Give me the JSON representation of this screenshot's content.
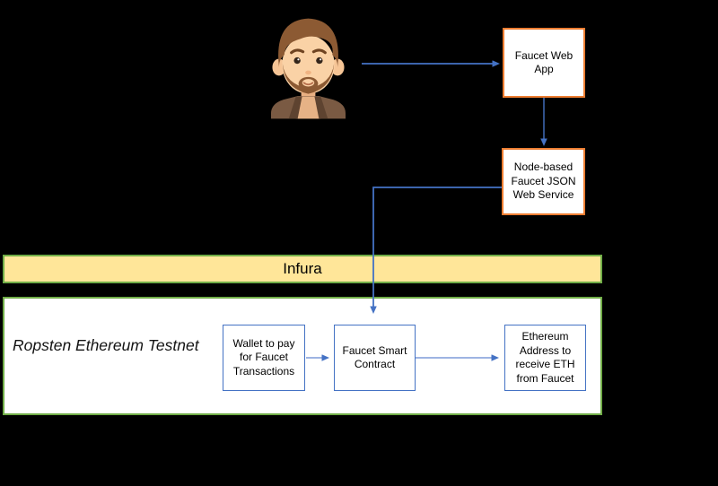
{
  "colors": {
    "background": "#000000",
    "box_fill": "#FFFFFF",
    "box_border_orange": "#ED7D31",
    "box_border_blue": "#4472C4",
    "connector_blue": "#4472C4",
    "connector_light_blue": "#7F9CD9",
    "infura_band_fill": "#FFE699",
    "green_border": "#70AD47",
    "text": "#000000"
  },
  "actor": {
    "icon": "person-avatar"
  },
  "boxes": {
    "faucet_web_app": {
      "label": "Faucet Web App",
      "lines": [
        "Faucet Web",
        "App"
      ]
    },
    "node_service": {
      "label": "Node-based Faucet JSON Web Service",
      "lines": [
        "Node-based",
        "Faucet JSON",
        "Web Service"
      ]
    },
    "wallet": {
      "label": "Wallet to pay for Faucet Transactions",
      "lines": [
        "Wallet to pay",
        "for Faucet",
        "Transactions"
      ]
    },
    "smart_contract": {
      "label": "Faucet Smart Contract",
      "lines": [
        "Faucet Smart",
        "Contract"
      ]
    },
    "eth_address": {
      "label": "Ethereum Address to receive ETH from Faucet",
      "lines": [
        "Ethereum",
        "Address to",
        "receive ETH",
        "from Faucet"
      ]
    }
  },
  "regions": {
    "infura": {
      "label": "Infura"
    },
    "ropsten": {
      "label": "Ropsten Ethereum Testnet",
      "lines": [
        "Ropsten Ethereum",
        "Testnet"
      ]
    }
  },
  "connections": [
    {
      "from": "user",
      "to": "faucet_web_app"
    },
    {
      "from": "faucet_web_app",
      "to": "node_service"
    },
    {
      "from": "node_service",
      "to": "smart_contract"
    },
    {
      "from": "wallet",
      "to": "smart_contract"
    },
    {
      "from": "smart_contract",
      "to": "eth_address"
    }
  ]
}
